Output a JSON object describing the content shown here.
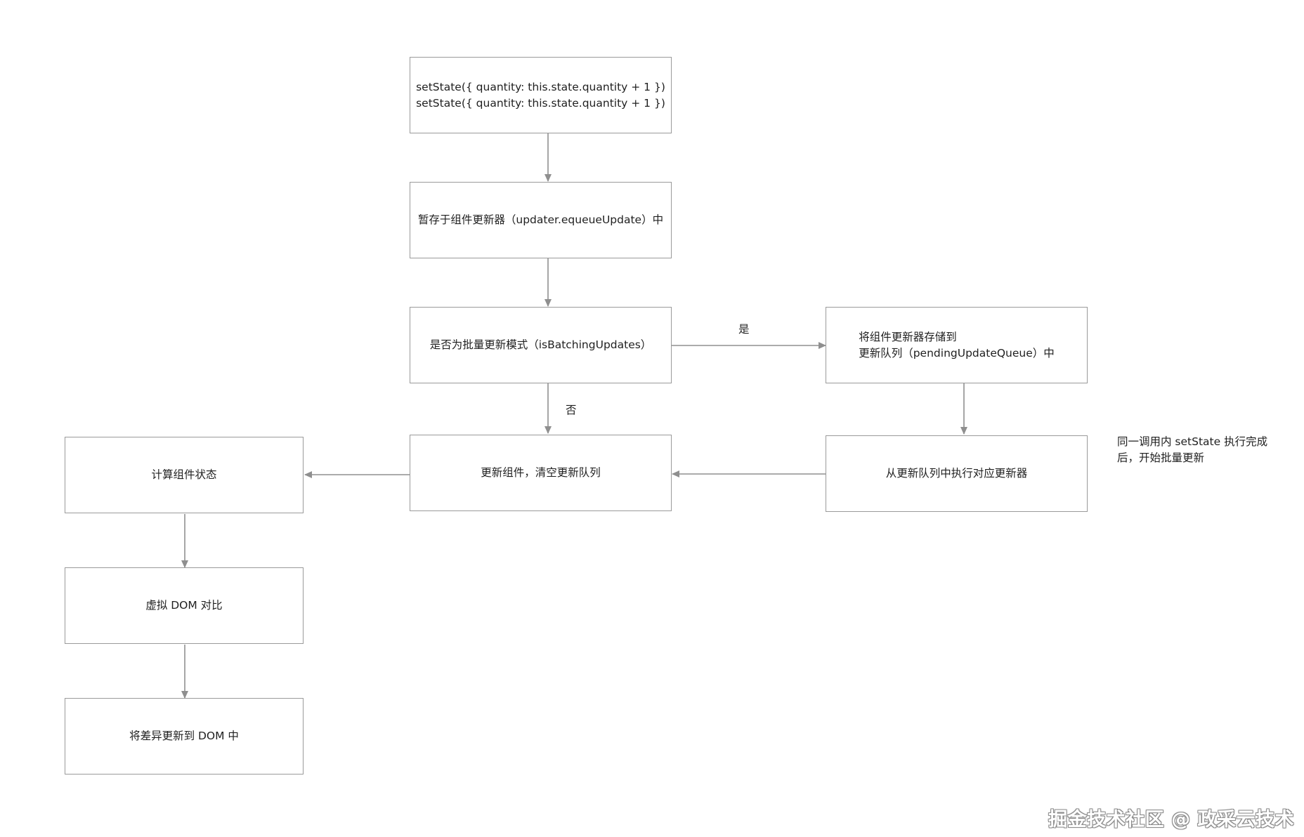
{
  "nodes": {
    "set_state": {
      "lines": [
        "setState({ quantity: this.state.quantity + 1 })",
        "setState({ quantity: this.state.quantity + 1 })"
      ]
    },
    "enqueue_update": {
      "lines": [
        "暂存于组件更新器（updater.equeueUpdate）中"
      ]
    },
    "is_batching": {
      "lines": [
        "是否为批量更新模式（isBatchingUpdates）"
      ]
    },
    "store_pending": {
      "lines": [
        "将组件更新器存储到",
        "更新队列（pendingUpdateQueue）中"
      ]
    },
    "run_updaters": {
      "lines": [
        "从更新队列中执行对应更新器"
      ]
    },
    "update_component": {
      "lines": [
        "更新组件，清空更新队列"
      ]
    },
    "compute_state": {
      "lines": [
        "计算组件状态"
      ]
    },
    "vdom_diff": {
      "lines": [
        "虚拟 DOM 对比"
      ]
    },
    "patch_dom": {
      "lines": [
        "将差异更新到 DOM 中"
      ]
    }
  },
  "edges": {
    "yes_label": "是",
    "no_label": "否"
  },
  "note": {
    "lines": [
      "同一调用内 setState 执行完成",
      "后，开始批量更新"
    ]
  },
  "watermark": "掘金技术社区 @ 政采云技术",
  "colors": {
    "border": "#9a9a9a",
    "arrow": "#8f8f8f",
    "text": "#1f1f1f"
  }
}
